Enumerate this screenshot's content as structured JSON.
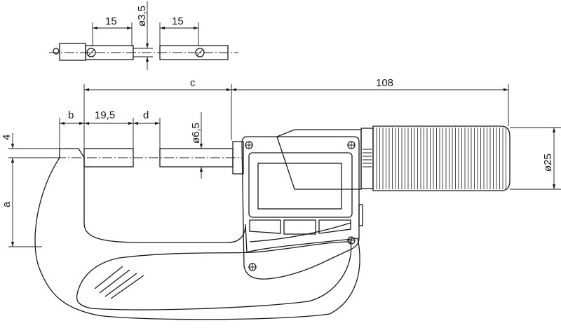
{
  "title": "Micrometer dimension drawing",
  "detail_dimensions": {
    "left_length": "15",
    "right_length": "15",
    "rod_diameter": "ø3,5"
  },
  "main_dimensions": {
    "c": "c",
    "overall": "108",
    "b": "b",
    "anvil_length": "19,5",
    "d": "d",
    "spindle_diameter": "ø6,5",
    "frame_offset": "4",
    "a": "a",
    "thimble_diameter": "ø25"
  },
  "colors": {
    "frame": "#cfcfcf",
    "grip": "#ececec",
    "line": "#1a1a1a"
  }
}
